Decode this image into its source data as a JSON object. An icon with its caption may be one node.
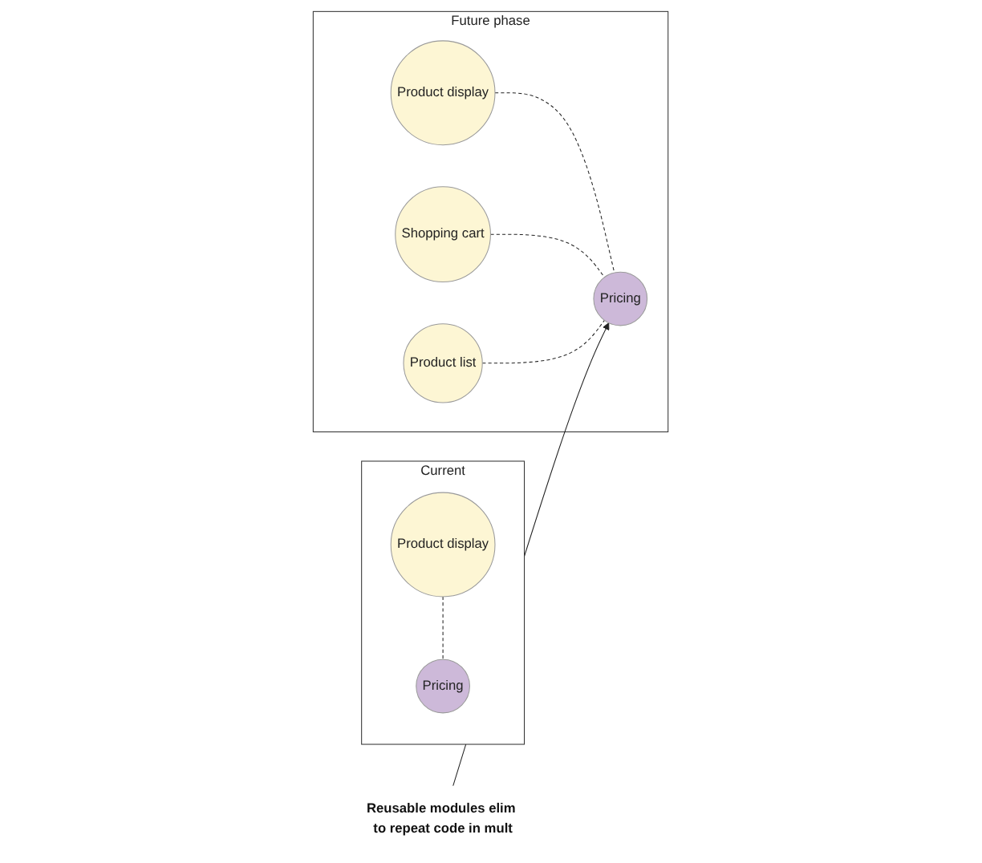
{
  "diagram": {
    "nodes": [
      {
        "text": [
          "Current"
        ]
      },
      {
        "text": [
          "Product display"
        ],
        "in": 0
      },
      {
        "text": [
          "Pricing"
        ],
        "in": 0
      },
      {
        "text": [
          "Future phase"
        ]
      },
      {
        "text": [
          "Product display"
        ],
        "in": 3
      },
      {
        "text": [
          "Shopping cart"
        ],
        "in": 3
      },
      {
        "text": [
          "Product list"
        ],
        "in": 3
      },
      {
        "text": [
          "Pricing"
        ],
        "in": 3
      },
      {
        "text": [
          "Reusable modules elim to repeat code in mult"
        ]
      }
    ],
    "edges": [
      {
        "from": 1,
        "to": 2,
        "arrow": "none",
        "style": "dashed"
      },
      {
        "from": 4,
        "to": 7,
        "arrow": "none",
        "style": "dashed"
      },
      {
        "from": 5,
        "to": 7,
        "arrow": "none",
        "style": "dashed"
      },
      {
        "from": 6,
        "to": 7,
        "arrow": "none",
        "style": "dashed"
      },
      {
        "from": 8,
        "to": 7,
        "arrow": "to"
      }
    ]
  }
}
